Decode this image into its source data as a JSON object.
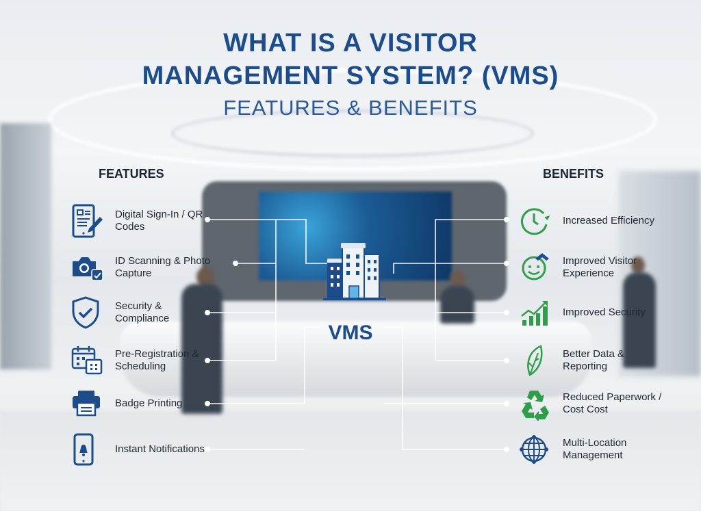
{
  "title": {
    "line1": "WHAT IS A VISITOR",
    "line2": "MANAGEMENT SYSTEM? (VMS)",
    "subtitle": "FEATURES & BENEFITS"
  },
  "center": {
    "label": "VMS",
    "icon": "building-icon"
  },
  "features": {
    "heading": "FEATURES",
    "items": [
      {
        "label": "Digital Sign-In / QR Codes",
        "icon": "tablet-pen-icon"
      },
      {
        "label": "ID Scanning & Photo Capture",
        "icon": "camera-icon"
      },
      {
        "label": "Security & Compliance",
        "icon": "shield-check-icon"
      },
      {
        "label": "Pre-Registration & Scheduling",
        "icon": "calendar-icon"
      },
      {
        "label": "Badge Printing",
        "icon": "printer-icon"
      },
      {
        "label": "Instant Notifications",
        "icon": "phone-bell-icon"
      }
    ]
  },
  "benefits": {
    "heading": "BENEFITS",
    "items": [
      {
        "label": "Increased Efficiency",
        "icon": "clock-icon"
      },
      {
        "label": "Improved Visitor Experience",
        "icon": "smiley-icon"
      },
      {
        "label": "Improved Security",
        "icon": "growth-chart-icon"
      },
      {
        "label": "Better Data & Reporting",
        "icon": "leaf-icon"
      },
      {
        "label": "Reduced Paperwork / Cost  Cost",
        "icon": "recycle-icon"
      },
      {
        "label": "Multi-Location Management",
        "icon": "globe-icon"
      }
    ]
  },
  "colors": {
    "navy": "#1d4c8a",
    "green": "#2e9e48"
  }
}
